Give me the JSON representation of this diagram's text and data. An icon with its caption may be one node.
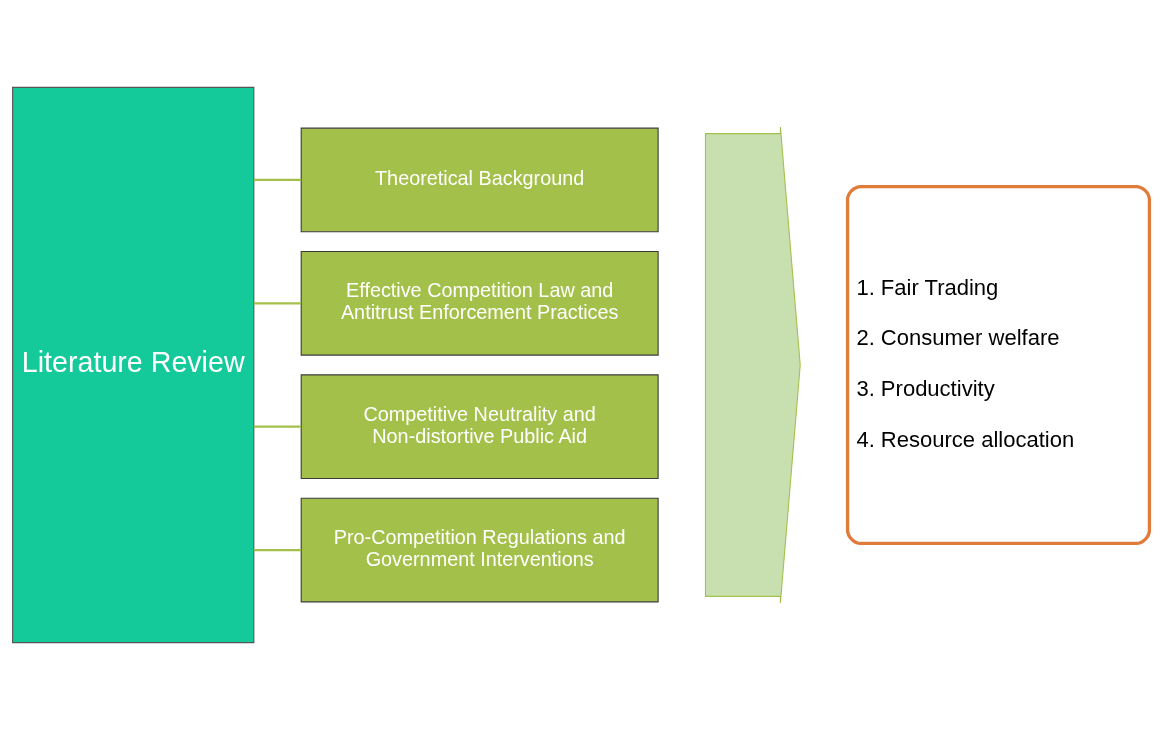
{
  "diagram": {
    "nodes": [
      {
        "text": [
          "Literature Review"
        ]
      },
      {
        "text": [],
        "shape": "arrow"
      },
      {
        "text": [
          "Theoretical Background"
        ]
      },
      {
        "text": [
          "Effective Competition Law and Antitrust Enforcement Practices"
        ]
      },
      {
        "text": [
          "Competitive Neutrality and Non-distortive Public Aid"
        ]
      },
      {
        "text": [
          "Pro-Competition Regulations and Government Interventions"
        ]
      },
      {
        "text": [
          "1. Fair Trading",
          "2. Consumer welfare",
          "3. Productivity",
          "4. Resource allocation"
        ]
      }
    ],
    "edges": [
      {
        "from": 0,
        "to": 2,
        "arrow": "none"
      },
      {
        "from": 0,
        "to": 3,
        "arrow": "none"
      },
      {
        "from": 0,
        "to": 4,
        "arrow": "none"
      },
      {
        "from": 0,
        "to": 5,
        "arrow": "none"
      }
    ]
  }
}
